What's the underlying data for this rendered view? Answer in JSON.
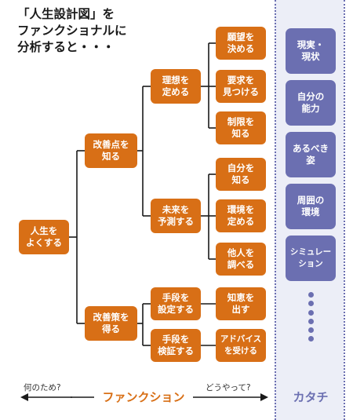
{
  "title": {
    "line1": "「人生設計図」を",
    "line2": "ファンクショナルに",
    "line3": "分析すると・・・"
  },
  "root": {
    "l1": "人生を",
    "l2": "よくする"
  },
  "level1": [
    {
      "l1": "改善点を",
      "l2": "知る"
    },
    {
      "l1": "改善策を",
      "l2": "得る"
    }
  ],
  "level2": [
    {
      "l1": "理想を",
      "l2": "定める"
    },
    {
      "l1": "未来を",
      "l2": "予測する"
    },
    {
      "l1": "手段を",
      "l2": "設定する"
    },
    {
      "l1": "手段を",
      "l2": "検証する"
    }
  ],
  "level3": [
    {
      "l1": "願望を",
      "l2": "決める"
    },
    {
      "l1": "要求を",
      "l2": "見つける"
    },
    {
      "l1": "制限を",
      "l2": "知る"
    },
    {
      "l1": "自分を",
      "l2": "知る"
    },
    {
      "l1": "環境を",
      "l2": "定める"
    },
    {
      "l1": "他人を",
      "l2": "調べる"
    },
    {
      "l1": "知恵を",
      "l2": "出す"
    },
    {
      "l1": "アドバイス",
      "l2": "を受ける"
    }
  ],
  "katachi": [
    {
      "l1": "現実・",
      "l2": "現状"
    },
    {
      "l1": "自分の",
      "l2": "能力"
    },
    {
      "l1": "あるべき",
      "l2": "姿"
    },
    {
      "l1": "周囲の",
      "l2": "環境"
    },
    {
      "l1": "シミュレー",
      "l2": "ション"
    }
  ],
  "bottom": {
    "left_label": "何のため?",
    "center_label": "ファンクション",
    "right_label": "どうやって?",
    "right_panel_label": "カタチ"
  },
  "colors": {
    "function_node": "#d86f16",
    "katachi_node": "#6b6fb1",
    "line": "#1a1a1a"
  }
}
